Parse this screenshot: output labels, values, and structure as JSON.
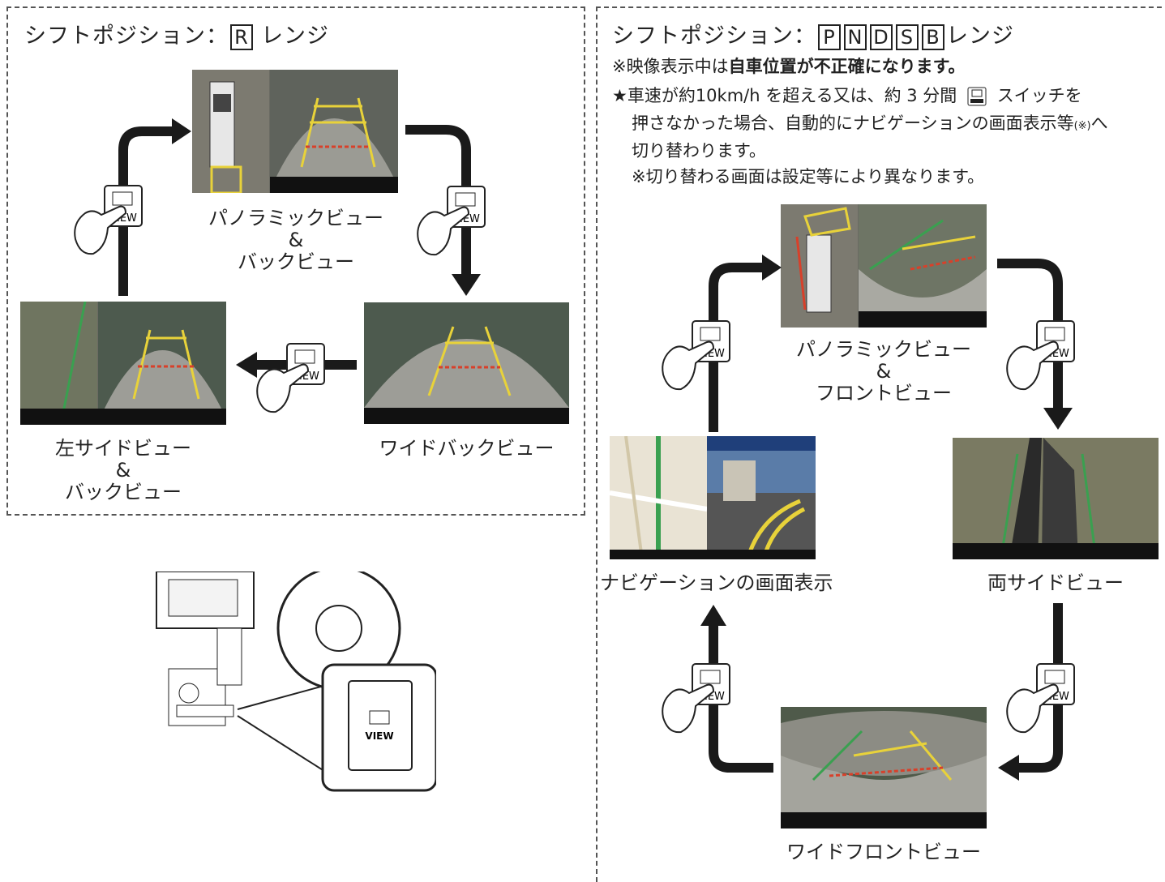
{
  "left_panel": {
    "title_prefix": "シフトポジション：",
    "shift_letter": "R",
    "title_suffix": "レンジ",
    "views": {
      "panorama": {
        "line1": "パノラミックビュー",
        "line2": "&",
        "line3": "バックビュー"
      },
      "wide_back": {
        "line1": "ワイドバックビュー"
      },
      "left_side": {
        "line1": "左サイドビュー",
        "line2": "&",
        "line3": "バックビュー"
      }
    }
  },
  "right_panel": {
    "title_prefix": "シフトポジション：",
    "shift_letters": [
      "P",
      "N",
      "D",
      "S",
      "B"
    ],
    "title_suffix": "レンジ",
    "note1_prefix": "※映像表示中は",
    "note1_bold": "自車位置が不正確になります。",
    "note2_line1a": "★車速が約10km/h を超える又は、約 3 分間",
    "note2_line1b": "スイッチを",
    "note2_line2": "押さなかった場合、自動的にナビゲーションの画面表示等",
    "note2_mark": "(※)",
    "note2_line2b": "へ",
    "note2_line3": "切り替わります。",
    "note3": "※切り替わる画面は設定等により異なります。",
    "views": {
      "panorama": {
        "line1": "パノラミックビュー",
        "line2": "&",
        "line3": "フロントビュー"
      },
      "both_side": {
        "line1": "両サイドビュー"
      },
      "wide_front": {
        "line1": "ワイドフロントビュー"
      },
      "navigation": {
        "line1": "ナビゲーションの画面表示"
      }
    }
  },
  "button_label": "VIEW",
  "colors": {
    "arrow": "#1a1a1a",
    "guide_yellow": "#e8d23a",
    "guide_red": "#d8402a",
    "guide_green": "#3aa050"
  }
}
